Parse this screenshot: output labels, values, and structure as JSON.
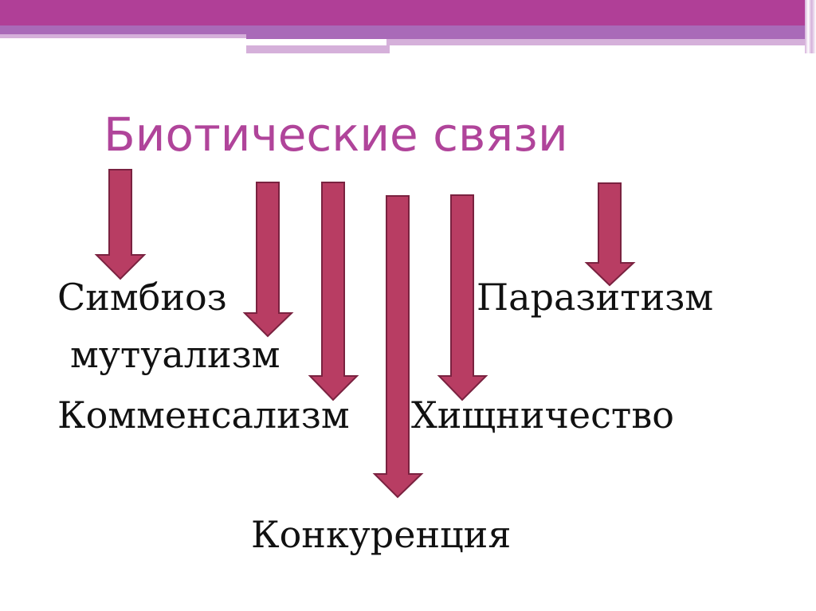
{
  "title": "Биотические связи",
  "terms": {
    "symbiosis": "Симбиоз",
    "mutualism": "мутуализм",
    "commensalism": "Комменсализм",
    "parasitism": "Паразитизм",
    "predation": "Хищничество",
    "competition": "Конкуренция"
  },
  "colors": {
    "accent": "#b0449a",
    "arrow": "#b83d63",
    "arrow_border": "#7a2240"
  }
}
